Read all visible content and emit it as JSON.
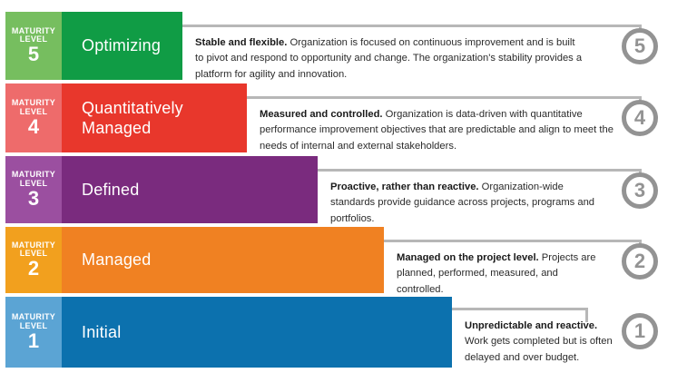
{
  "diagram": {
    "title_hidden": "",
    "tag_line1": "MATURITY",
    "tag_line2": "LEVEL",
    "levels": [
      {
        "number": "5",
        "name": "Optimizing",
        "color": "#109C45",
        "tag_color": "#76BE5F",
        "badge": "5",
        "lead": "Stable and flexible.",
        "body": "  Organization is focused on continuous improvement and is built to pivot and respond to opportunity and change.  The organization's stability provides a platform for agility and innovation."
      },
      {
        "number": "4",
        "name": "Quantitatively Managed",
        "color": "#E8372C",
        "tag_color": "#EE6B6B",
        "badge": "4",
        "lead": "Measured and controlled.",
        "body": " Organization is data-driven with quantitative performance improvement objectives that are predictable and align to meet the needs of internal and external stakeholders."
      },
      {
        "number": "3",
        "name": "Defined",
        "color": "#7A2B7E",
        "tag_color": "#9B4FA0",
        "badge": "3",
        "lead": "Proactive, rather than reactive.",
        "body": " Organization-wide standards provide guidance across projects, programs and portfolios."
      },
      {
        "number": "2",
        "name": "Managed",
        "color": "#F08122",
        "tag_color": "#F2A01E",
        "badge": "2",
        "lead": "Managed on the project level.",
        "body": " Projects are planned, performed, measured, and controlled."
      },
      {
        "number": "1",
        "name": "Initial",
        "color": "#0C71AE",
        "tag_color": "#5BA4D4",
        "badge": "1",
        "lead": "Unpredictable and reactive.",
        "body": " Work gets completed but is often delayed and over budget."
      }
    ],
    "colors": {
      "connector": "#b7b7b7",
      "badge_ring": "#939393",
      "text": "#2b2b2b",
      "background": "#ffffff"
    }
  }
}
